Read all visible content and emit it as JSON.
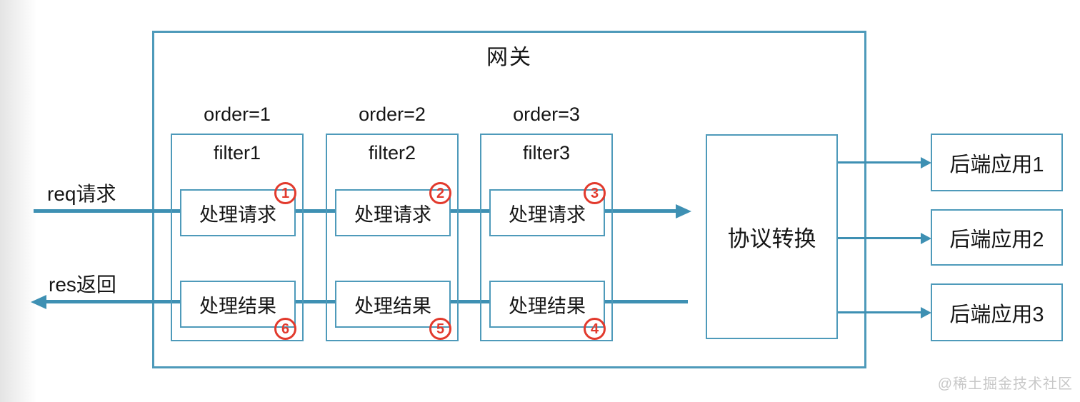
{
  "diagram": {
    "title": "网关",
    "request_label": "req请求",
    "response_label": "res返回",
    "filters": [
      {
        "order": "order=1",
        "name": "filter1",
        "request": "处理请求",
        "request_badge": "1",
        "result": "处理结果",
        "result_badge": "6"
      },
      {
        "order": "order=2",
        "name": "filter2",
        "request": "处理请求",
        "request_badge": "2",
        "result": "处理结果",
        "result_badge": "5"
      },
      {
        "order": "order=3",
        "name": "filter3",
        "request": "处理请求",
        "request_badge": "3",
        "result": "处理结果",
        "result_badge": "4"
      }
    ],
    "protocol": "协议转换",
    "backends": [
      "后端应用1",
      "后端应用2",
      "后端应用3"
    ],
    "watermark": "@稀土掘金技术社区",
    "colors": {
      "line": "#3e90b3",
      "border": "#4e9aba",
      "badge": "#e23a2d"
    }
  }
}
